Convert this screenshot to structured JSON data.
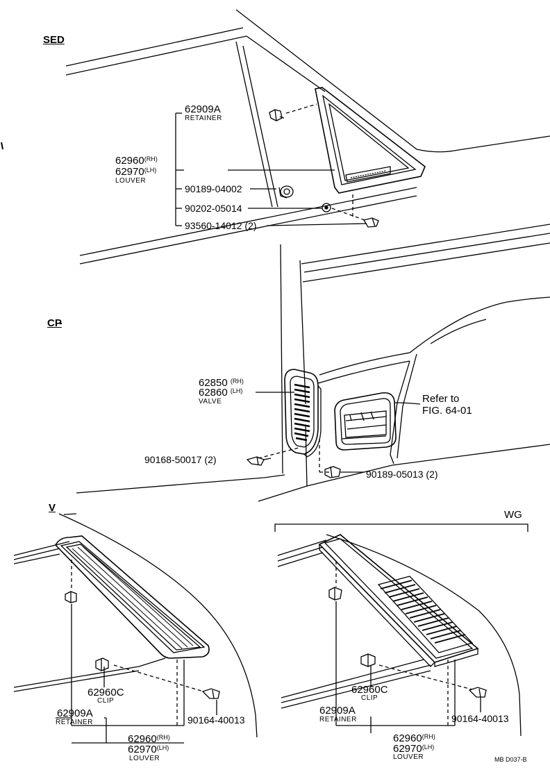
{
  "sections": {
    "sed": "SED",
    "cp": "CP",
    "v": "V",
    "wg": "WG"
  },
  "sed_parts": {
    "retainer_no": "62909A",
    "retainer_name": "RETAINER",
    "louver_rh_no": "62960",
    "louver_rh_side": "(RH)",
    "louver_lh_no": "62970",
    "louver_lh_side": "(LH)",
    "louver_name": "LOUVER",
    "p1": "90189-04002",
    "p2": "90202-05014",
    "p3": "93560-14012 (2)"
  },
  "cp_parts": {
    "valve_rh_no": "62850",
    "valve_rh_side": "(RH)",
    "valve_lh_no": "62860",
    "valve_lh_side": "(LH)",
    "valve_name": "VALVE",
    "screw": "90168-50017 (2)",
    "clip": "90189-05013 (2)",
    "refer_line1": "Refer to",
    "refer_line2": "FIG. 64-01"
  },
  "v_parts": {
    "clip_no": "62960C",
    "clip_name": "CLIP",
    "retainer_no": "62909A",
    "retainer_name": "RETAINER",
    "screw": "90164-40013",
    "louver_rh_no": "62960",
    "louver_rh_side": "(RH)",
    "louver_lh_no": "62970",
    "louver_lh_side": "(LH)",
    "louver_name": "LOUVER"
  },
  "wg_parts": {
    "clip_no": "62960C",
    "clip_name": "CLIP",
    "retainer_no": "62909A",
    "retainer_name": "RETAINER",
    "screw": "90164-40013",
    "louver_rh_no": "62960",
    "louver_rh_side": "(RH)",
    "louver_lh_no": "62970",
    "louver_lh_side": "(LH)",
    "louver_name": "LOUVER"
  },
  "footer_code": "MB  D037-B"
}
